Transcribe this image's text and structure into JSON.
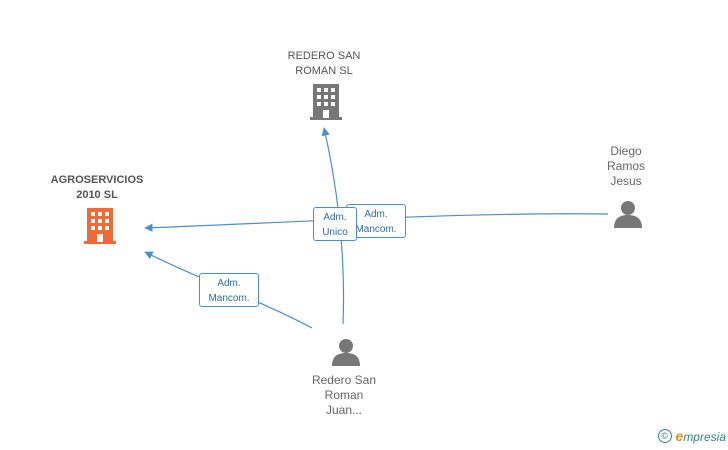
{
  "colors": {
    "edge": "#4a8fd4",
    "company_icon": "#777777",
    "main_company_icon": "#f06a35",
    "person_icon": "#777777",
    "brand_teal": "#2c8c8a",
    "brand_orange": "#f28c1b"
  },
  "nodes": {
    "agroservicios": {
      "label": "AGROSERVICIOS\n2010 SL",
      "icon": "building-icon"
    },
    "redero_sl": {
      "label": "REDERO SAN\nROMAN SL",
      "icon": "building-icon"
    },
    "diego": {
      "label": "Diego\nRamos\nJesus",
      "icon": "person-icon"
    },
    "redero_juan": {
      "label": "Redero San\nRoman\nJuan...",
      "icon": "person-icon"
    }
  },
  "edges": {
    "juan_to_redero_sl": {
      "line1": "Adm.",
      "line2": "Unico"
    },
    "diego_to_agro": {
      "line1": "Adm.",
      "line2": "Mancom."
    },
    "juan_to_agro": {
      "line1": "Adm.",
      "line2": "Mancom."
    }
  },
  "brand": {
    "copyright": "©",
    "initial": "e",
    "name": "mpresia"
  }
}
